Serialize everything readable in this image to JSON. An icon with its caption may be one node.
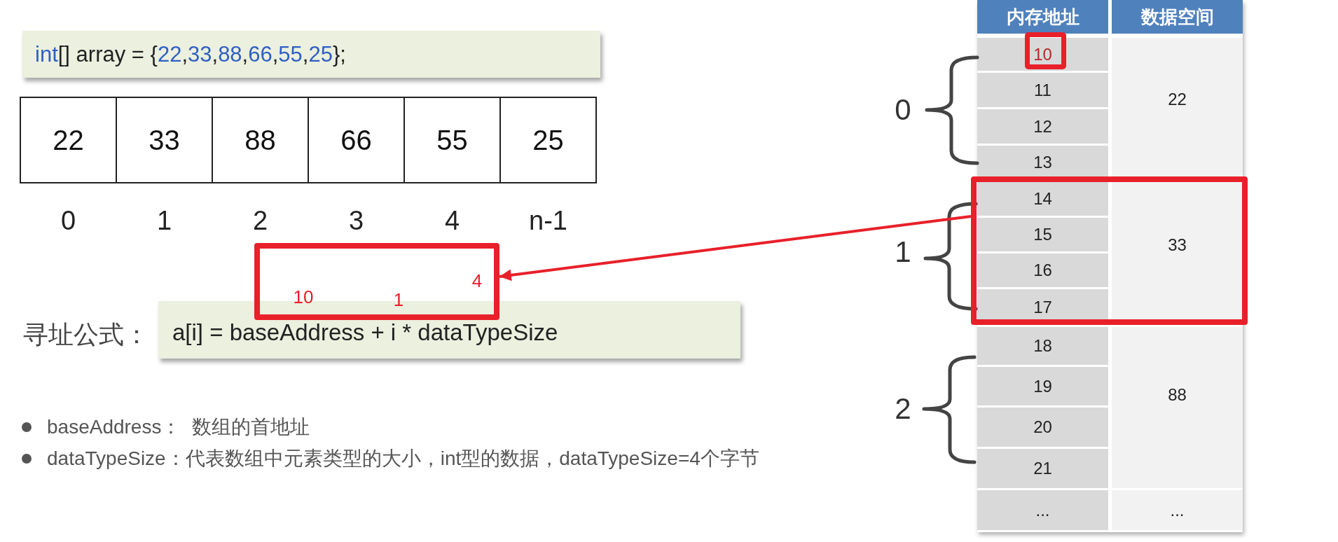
{
  "diagram": {
    "nodes": [
      {
        "text": [
          "int[] array = {22,33,88,66,55,25};"
        ]
      },
      {
        "text": [
          "22"
        ],
        "beside": [
          "0"
        ]
      },
      {
        "text": [
          "33"
        ],
        "beside": [
          "1"
        ]
      },
      {
        "text": [
          "88"
        ],
        "beside": [
          "2"
        ]
      },
      {
        "text": [
          "66"
        ],
        "beside": [
          "3"
        ]
      },
      {
        "text": [
          "55"
        ],
        "beside": [
          "4"
        ]
      },
      {
        "text": [
          "25"
        ],
        "beside": [
          "n-1"
        ]
      },
      {
        "text": [
          "10",
          "1",
          "4"
        ]
      },
      {
        "text": [
          "a[i] = baseAddress + i * dataTypeSize"
        ],
        "beside": [
          "寻址公式："
        ]
      },
      {
        "text": [],
        "shape": "box"
      }
    ],
    "edges": [
      {
        "from": 9,
        "to": 7,
        "arrow": "to"
      }
    ],
    "labels": [
      "内存地址",
      "数据空间",
      "10",
      "22",
      "11",
      "12",
      "13",
      "14",
      "33",
      "15",
      "16",
      "17",
      "18",
      "88",
      "19",
      "20",
      "21",
      "...",
      "...",
      "0",
      "1",
      "2",
      "baseAddress：  数组的首地址",
      "dataTypeSize：代表数组中元素类型的大小，int型的数据，dataTypeSize=4个字节"
    ]
  }
}
